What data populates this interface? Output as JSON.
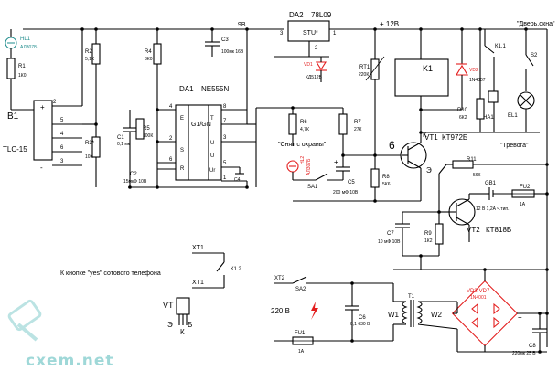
{
  "components": {
    "da2": {
      "ref": "DA2",
      "part": "78L09",
      "label": "STU*"
    },
    "da1": {
      "ref": "DA1",
      "part": "NE555N",
      "label": "G1/GN",
      "pins_left": [
        "E",
        "S",
        "R"
      ],
      "pins_right": [
        "T",
        "U",
        "U",
        "Ur"
      ]
    },
    "b1": {
      "ref": "B1",
      "part": "TLC-15"
    },
    "hl1": {
      "ref": "HL1",
      "part": "АЛ307Б"
    },
    "r1": {
      "ref": "R1",
      "value": "1К0"
    },
    "r2": {
      "ref": "R2",
      "value": "5,1К"
    },
    "r3": {
      "ref": "R3*",
      "value": "10К"
    },
    "r4": {
      "ref": "R4",
      "value": "3К0"
    },
    "r5": {
      "ref": "R5",
      "value": "100К"
    },
    "r6": {
      "ref": "R6",
      "value": "4,7К"
    },
    "r7": {
      "ref": "R7",
      "value": "27К"
    },
    "r8": {
      "ref": "R8",
      "value": "5К6"
    },
    "r9": {
      "ref": "R9",
      "value": "1К2"
    },
    "r10": {
      "ref": "R10",
      "value": "6К2"
    },
    "r11": {
      "ref": "R11",
      "value": "56К"
    },
    "rt1": {
      "ref": "RT1",
      "value": "220К"
    },
    "c1": {
      "ref": "C1",
      "value": "0,1 мк"
    },
    "c2": {
      "ref": "C2",
      "value": "15мкФ 10В"
    },
    "c3": {
      "ref": "C3",
      "value": "100мк 16В"
    },
    "c4": {
      "ref": "C4",
      "value": ""
    },
    "c5": {
      "ref": "C5",
      "value": "200 мФ 10В"
    },
    "c6": {
      "ref": "C6",
      "value": "0,1 630 В"
    },
    "c7": {
      "ref": "C7",
      "value": "10 мФ 10В"
    },
    "c8": {
      "ref": "C8",
      "value": "220мк 25 В"
    },
    "vd1": {
      "ref": "VD1",
      "part": "КД512Б"
    },
    "vd2": {
      "ref": "VD2",
      "part": "1N4007"
    },
    "vd3": {
      "ref": "VD3-VD7",
      "part": "1N4001"
    },
    "hl2": {
      "ref": "HL2",
      "part": "АЛ307Б"
    },
    "vt1": {
      "ref": "VT1",
      "part": "КТ972Б"
    },
    "vt2": {
      "ref": "VT2",
      "part": "КТ818Б"
    },
    "k1": {
      "ref": "K1"
    },
    "k11": {
      "ref": "К1.1"
    },
    "k12": {
      "ref": "К1.2"
    },
    "s2": {
      "ref": "S2",
      "label": "\"Дверь.окна\""
    },
    "el1": {
      "ref": "EL1",
      "label": "\"Тревога\""
    },
    "sa1": {
      "ref": "SA1"
    },
    "sa2": {
      "ref": "SA2"
    },
    "fu1": {
      "ref": "FU1",
      "value": "1А"
    },
    "fu2": {
      "ref": "FU2",
      "value": "1А"
    },
    "gb1": {
      "ref": "GB1",
      "value": "12 В 1,2А ч.тип."
    },
    "ha1": {
      "ref": "HA1"
    },
    "t1": {
      "ref": "T1",
      "w1": "W1",
      "w2": "W2"
    },
    "xt1": {
      "ref": "XT1"
    },
    "xt2": {
      "ref": "XT2"
    }
  },
  "labels": {
    "v9": "9В",
    "v12": "+ 12В",
    "v220": "220 В",
    "arm": "\"Снят с охраны\"",
    "phone": "К кнопке \"yes\" сотового телефона",
    "node6": "6",
    "node_k": "К",
    "node_e": "Э",
    "vt_legend": "VT",
    "legend_b": "Б",
    "legend_k": "К",
    "legend_e": "Э",
    "xt1a": "XT1",
    "xt1b": "XT1",
    "pin1": "1",
    "pin2": "2",
    "pin3": "3",
    "pin4": "4",
    "pin5": "5",
    "pin6": "6",
    "pin7": "7",
    "pin8": "8",
    "b1p2": "2",
    "b1p5": "5",
    "b1p4": "4",
    "b1p6": "6",
    "b1p3": "3",
    "plus1": "+",
    "minus1": "-",
    "plus2": "+"
  },
  "watermark": "cxem.net",
  "colors": {
    "wire": "#000000",
    "polarity": "#e31d1d",
    "led": "#1e8c8c",
    "watermark": "#9fd8d8"
  }
}
